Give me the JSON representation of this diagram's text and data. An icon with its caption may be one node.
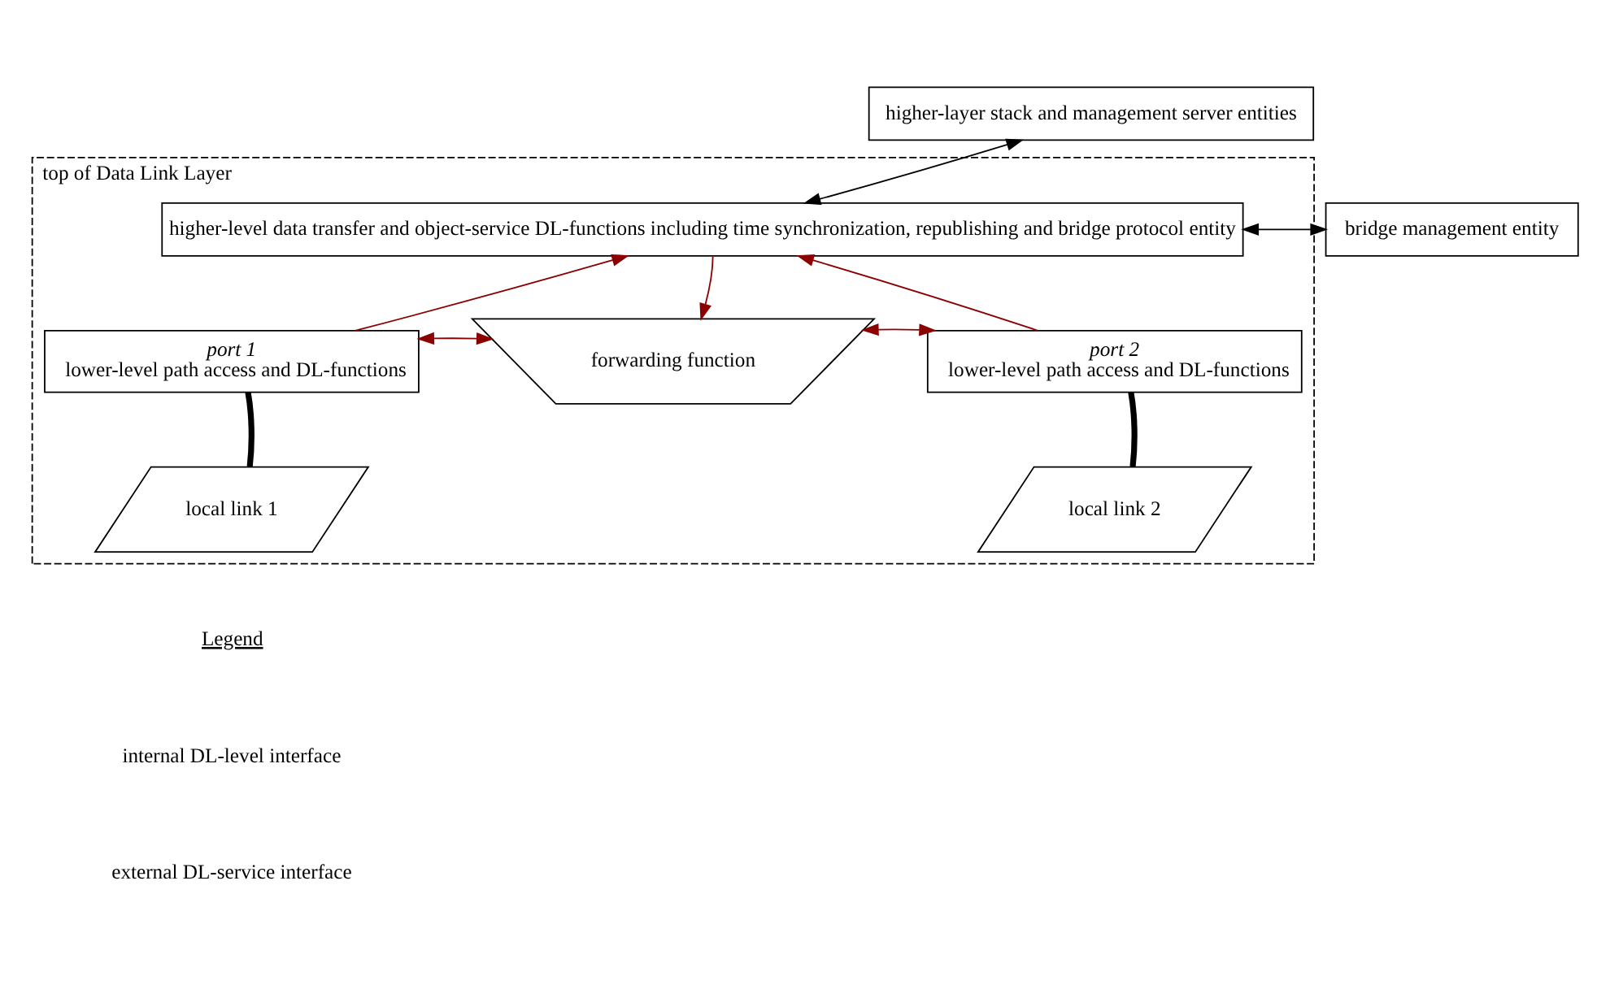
{
  "diagram": {
    "nodes": [
      {
        "text": [
          "higher-layer stack and management server entities"
        ]
      },
      {
        "text": [
          "top of Data Link Layer"
        ]
      },
      {
        "text": [
          "bridge management entity"
        ]
      },
      {
        "text": [
          "higher-level data transfer and object-service DL-functions including time synchronization, republishing and bridge protocol entity"
        ],
        "in": 1
      },
      {
        "text": [
          "port 1",
          "lower-level path access and DL-functions"
        ],
        "in": 1
      },
      {
        "text": [
          "forwarding function"
        ],
        "in": 1
      },
      {
        "text": [
          "port 2",
          "lower-level path access and DL-functions"
        ],
        "in": 1
      },
      {
        "text": [
          "local link 1"
        ],
        "in": 1
      },
      {
        "text": [
          "local link 2"
        ],
        "in": 1
      }
    ],
    "edges": [
      {
        "from": 0,
        "to": 3,
        "arrow": "both",
        "color": "#000000"
      },
      {
        "from": 2,
        "to": 3,
        "arrow": "both",
        "color": "#000000"
      },
      {
        "from": 4,
        "to": 3,
        "arrow": "to"
      },
      {
        "from": 3,
        "to": 5,
        "arrow": "to"
      },
      {
        "from": 6,
        "to": 3,
        "arrow": "to"
      },
      {
        "from": 4,
        "to": 5,
        "arrow": "both"
      },
      {
        "from": 5,
        "to": 6,
        "arrow": "both"
      },
      {
        "from": 4,
        "to": 7,
        "arrow": "none",
        "style": "thick",
        "color": "#000000"
      },
      {
        "from": 6,
        "to": 8,
        "arrow": "none",
        "style": "thick",
        "color": "#000000"
      }
    ],
    "labels": [
      "Legend"
    ],
    "legend": [
      {
        "text": "internal DL-level interface"
      },
      {
        "text": "external DL-service interface"
      }
    ]
  }
}
